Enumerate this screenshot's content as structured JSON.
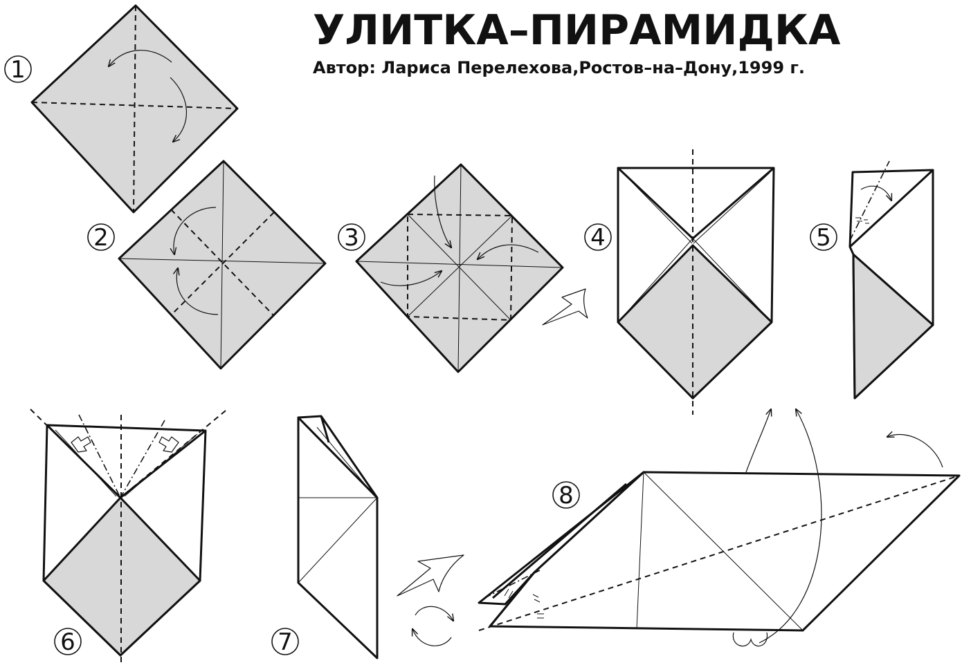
{
  "title": "УЛИТКА–ПИРАМИДКА",
  "subtitle": "Автор: Лариса Перелехова,Ростов–на–Дону,1999 г.",
  "steps": [
    {
      "label": "1"
    },
    {
      "label": "2"
    },
    {
      "label": "3"
    },
    {
      "label": "4"
    },
    {
      "label": "5"
    },
    {
      "label": "6"
    },
    {
      "label": "7"
    },
    {
      "label": "8"
    }
  ],
  "colors": {
    "paper_colored": "#d8d8d8",
    "paper_white": "#ffffff",
    "line": "#111111"
  }
}
